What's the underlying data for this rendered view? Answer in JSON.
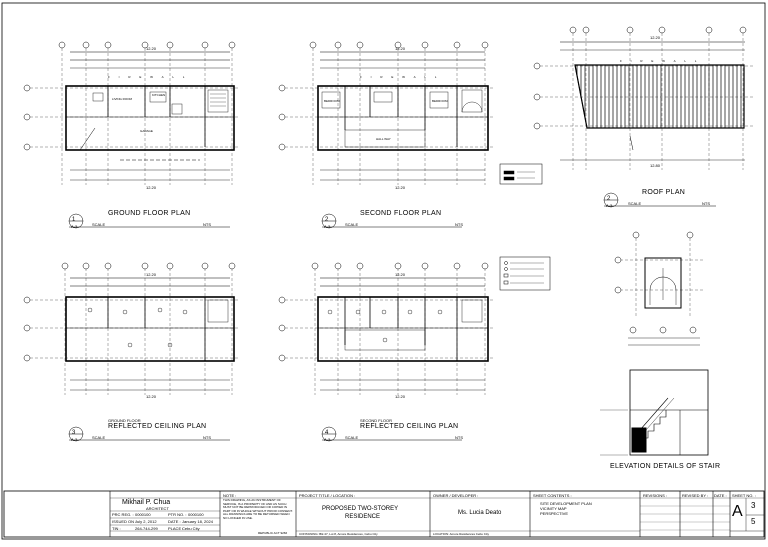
{
  "plans": {
    "ground": {
      "num": "1",
      "ref": "A-3",
      "title": "GROUND FLOOR PLAN",
      "scale": "SCALE",
      "nts": "NTS"
    },
    "second": {
      "num": "2",
      "ref": "A-3",
      "title": "SECOND FLOOR PLAN",
      "scale": "SCALE",
      "nts": "NTS"
    },
    "roof": {
      "num": "2",
      "ref": "A-3",
      "title": "ROOF PLAN",
      "scale": "SCALE",
      "nts": "NTS"
    },
    "rcp_ground": {
      "num": "3",
      "ref": "A-3",
      "pre": "GROUND FLOOR",
      "title": "REFLECTED CEILING PLAN",
      "scale": "SCALE",
      "nts": "NTS"
    },
    "rcp_second": {
      "num": "4",
      "ref": "A-3",
      "pre": "SECOND FLOOR",
      "title": "REFLECTED CEILING PLAN",
      "scale": "SCALE",
      "nts": "NTS"
    },
    "stair": {
      "title": "ELEVATION DETAILS OF STAIR"
    }
  },
  "dims": {
    "overall": "12.20",
    "roof_overall": "12.20",
    "roof_bottom": "12.80"
  },
  "title_block": {
    "architect": "Mikhail P. Chua",
    "architect_role": "ARCHITECT",
    "note_header": "NOTE :",
    "note_text": "THIS DRAWING, AS AN INSTRUMENT OF SERVICE, IS A PROPERTY OF AND AS SUCH MUST NOT BE REPRODUCED OR COPIED IN PART OR IN WHOLE WITHOUT PRIOR CONSENT. ALL DRAWINGS ARE TO BE RETURNED WHEN NO LONGER IN USE.",
    "ref_label": "REPUBLIC ACT 9266",
    "project_header": "PROJECT TITLE / LOCATION :",
    "project_title_1": "PROPOSED TWO-STOREY",
    "project_title_2": "RESIDENCE",
    "project_location": "CONTAINING: Blk 47, Lot 8, Amore Residences, Cebu City",
    "owner_header": "OWNER / DEVELOPER :",
    "owner_name": "Ms. Lucia Deato",
    "owner_location": "LOCATION: Amore Residences Cebu City",
    "sheet_contents_header": "SHEET CONTENTS :",
    "sheet_contents": [
      "SITE DEVELOPMENT PLAN",
      "VICINITY MAP",
      "PERSPECTIVE"
    ],
    "revisions_header": "REVISIONS :",
    "revised_by_header": "REVISED BY :",
    "date_header": "DATE :",
    "sheet_no_header": "SHEET NO. :",
    "sheet_letter": "A",
    "sheet_num": "3",
    "sheet_total": "5",
    "prc_label": "PRC REG. :",
    "prc_value": "0000100",
    "ptr_label": "PTR NO. :",
    "ptr_value": "0000100",
    "issued_label": "ISSUED ON :",
    "issued_value": "July 2, 2012",
    "date_label": "DATE :",
    "date_value": "January 18, 2024",
    "tin_label": "TIN :",
    "tin_value": "264-744-299",
    "place_label": "PLACE :",
    "place_value": "Cebu City"
  }
}
